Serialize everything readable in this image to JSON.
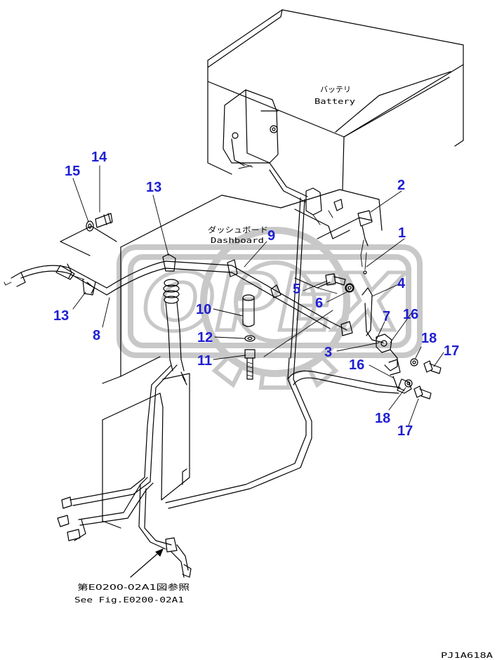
{
  "labels": {
    "battery_jp": "バッテリ",
    "battery_en": "Battery",
    "dashboard_jp": "ダッシュボード",
    "dashboard_en": "Dashboard",
    "see_fig_jp": "第E0200-02A1図参照",
    "see_fig_en": "See Fig.E0200-02A1",
    "drawing_id": "PJ1A618A",
    "watermark": "OPEX"
  },
  "callouts": [
    "1",
    "2",
    "3",
    "4",
    "5",
    "6",
    "7",
    "8",
    "9",
    "10",
    "11",
    "12",
    "13",
    "13",
    "14",
    "15",
    "16",
    "16",
    "17",
    "17",
    "18",
    "18"
  ]
}
